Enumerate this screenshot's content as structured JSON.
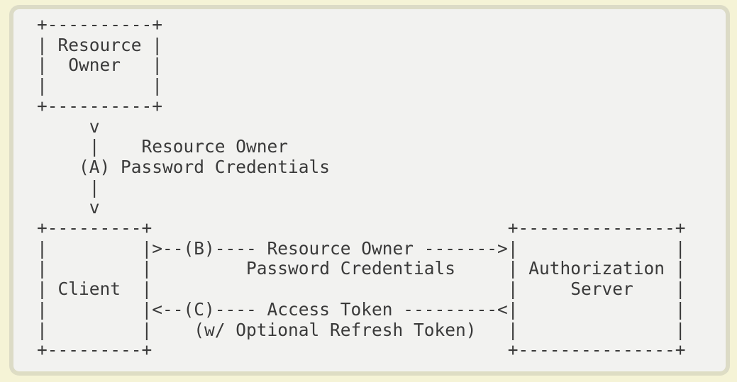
{
  "colors": {
    "page_background": "#f5f3d6",
    "panel_background": "#f2f2f0",
    "panel_border": "#dcdbc6",
    "panel_border_bottom": "#deddc4",
    "text": "#3a3a3a"
  },
  "diagram": {
    "type": "ascii-flow-diagram",
    "entities": [
      "Resource Owner",
      "Client",
      "Authorization Server"
    ],
    "steps": [
      {
        "id": "(A)",
        "label": "Resource Owner Password Credentials",
        "from": "Resource Owner",
        "to": "Client"
      },
      {
        "id": "(B)",
        "label": "Resource Owner Password Credentials",
        "from": "Client",
        "to": "Authorization Server"
      },
      {
        "id": "(C)",
        "label": "Access Token (w/ Optional Refresh Token)",
        "from": "Authorization Server",
        "to": "Client"
      }
    ],
    "ascii_lines": [
      "+----------+",
      "| Resource |",
      "|  Owner   |",
      "|          |",
      "+----------+",
      "     v",
      "     |    Resource Owner",
      "    (A) Password Credentials",
      "     |",
      "     v",
      "+---------+                                  +---------------+",
      "|         |>--(B)---- Resource Owner ------->|               |",
      "|         |         Password Credentials     | Authorization |",
      "| Client  |                                  |     Server    |",
      "|         |<--(C)---- Access Token ---------<|               |",
      "|         |    (w/ Optional Refresh Token)   |               |",
      "+---------+                                  +---------------+"
    ]
  }
}
